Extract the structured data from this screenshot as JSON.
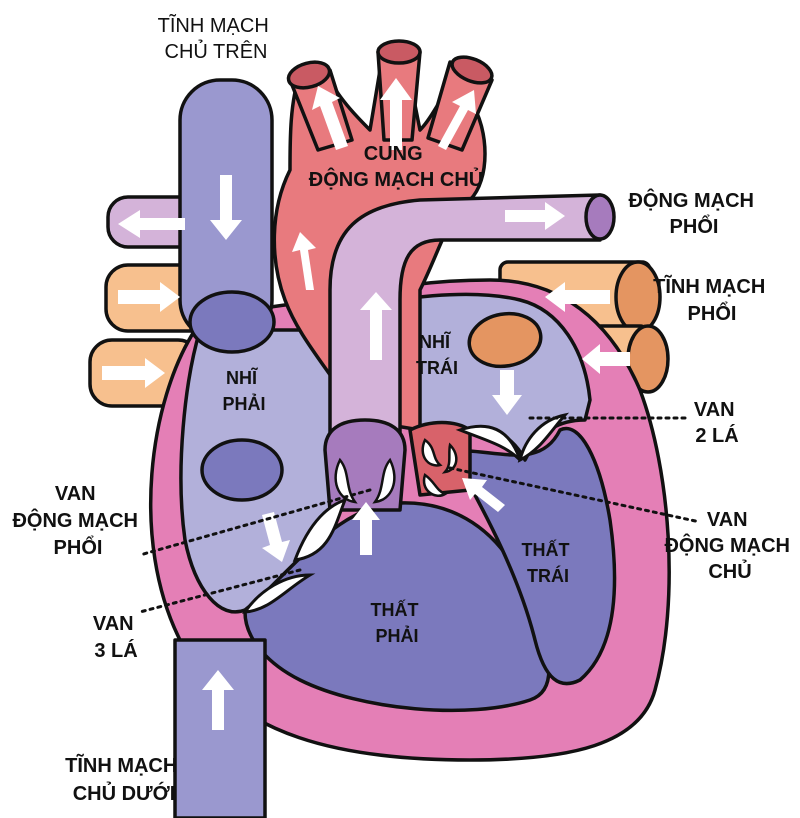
{
  "colors": {
    "vena_cava": "#9a98cf",
    "aorta": "#e87a7e",
    "aorta_dark": "#c95a63",
    "pulmonary_artery": "#d4b3d9",
    "pulmonary_vein": "#f7c08e",
    "pulmonary_vein_end": "#e49561",
    "heart_wall": "#e47fb6",
    "atrium_left": "#b2b0da",
    "atrium_right": "#b2b0da",
    "ventricle": "#7b79bd",
    "valve_purple": "#a67bbd",
    "valve_red": "#d8626a"
  },
  "labels": {
    "svc": [
      "TĨNH MẠCH",
      "CHỦ TRÊN"
    ],
    "aortic_arch": [
      "CUNG",
      "ĐỘNG MẠCH CHỦ"
    ],
    "pulmonary_artery": [
      "ĐỘNG MẠCH",
      "PHỔI"
    ],
    "pulmonary_vein": [
      "TĨNH MẠCH",
      "PHỔI"
    ],
    "mitral_valve": [
      "VAN",
      "2 LÁ"
    ],
    "aortic_valve": [
      "VAN",
      "ĐỘNG MẠCH",
      "CHỦ"
    ],
    "pulmonary_valve": [
      "VAN",
      "ĐỘNG MẠCH",
      "PHỔI"
    ],
    "tricuspid_valve": [
      "VAN",
      "3 LÁ"
    ],
    "ivc": [
      "TĨNH MẠCH",
      "CHỦ DƯỚI"
    ],
    "right_atrium": [
      "NHĨ",
      "PHẢI"
    ],
    "left_atrium": [
      "NHĨ",
      "TRÁI"
    ],
    "right_ventricle": [
      "THẤT",
      "PHẢI"
    ],
    "left_ventricle": [
      "THẤT",
      "TRÁI"
    ]
  },
  "icons": {
    "flow_arrow": "arrow-icon"
  }
}
